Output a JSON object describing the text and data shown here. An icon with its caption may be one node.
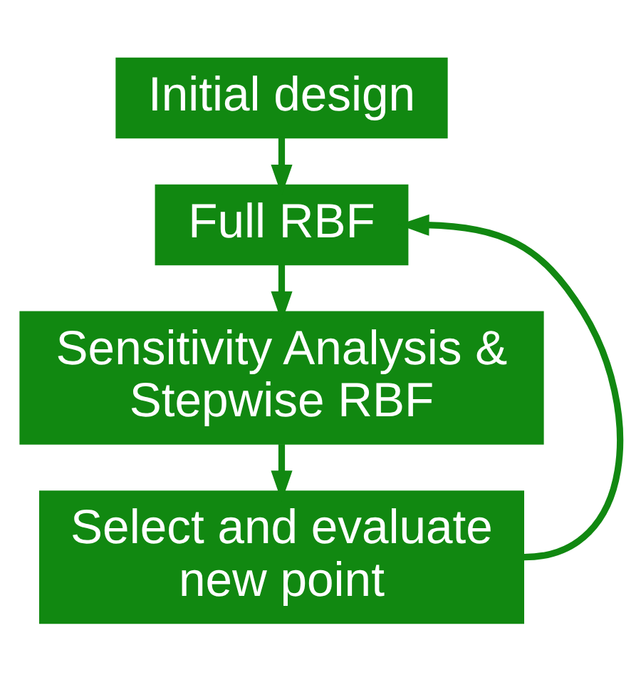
{
  "diagram": {
    "nodes": [
      {
        "text": [
          "Initial design"
        ]
      },
      {
        "text": [
          "Full RBF"
        ]
      },
      {
        "text": [
          "Sensitivity Analysis & Stepwise RBF"
        ]
      },
      {
        "text": [
          "Select and evaluate new point"
        ]
      }
    ],
    "edges": [
      {
        "from": 0,
        "to": 1,
        "arrow": "to"
      },
      {
        "from": 1,
        "to": 2,
        "arrow": "to"
      },
      {
        "from": 2,
        "to": 3,
        "arrow": "to"
      },
      {
        "from": 3,
        "to": 1,
        "arrow": "to"
      }
    ]
  }
}
